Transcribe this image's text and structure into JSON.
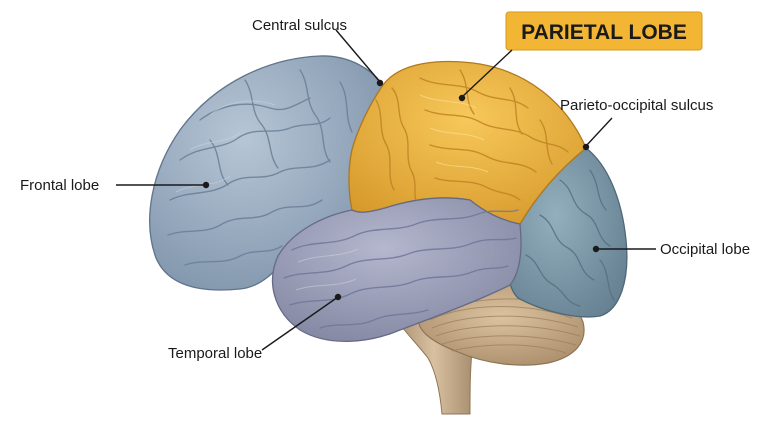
{
  "title": "PARIETAL LOBE",
  "labels": {
    "central_sulcus": "Central sulcus",
    "parieto_occipital_sulcus": "Parieto-occipital sulcus",
    "frontal_lobe": "Frontal lobe",
    "occipital_lobe": "Occipital lobe",
    "temporal_lobe": "Temporal lobe"
  },
  "colors": {
    "parietal": "#f0b438",
    "frontal": "#9fb1c4",
    "temporal": "#9ea2bc",
    "occipital": "#7f99a8",
    "cerebellum": "#c7aa86",
    "brainstem": "#c9ae8d",
    "title_box": "#f2b634"
  },
  "highlighted_region": "parietal"
}
